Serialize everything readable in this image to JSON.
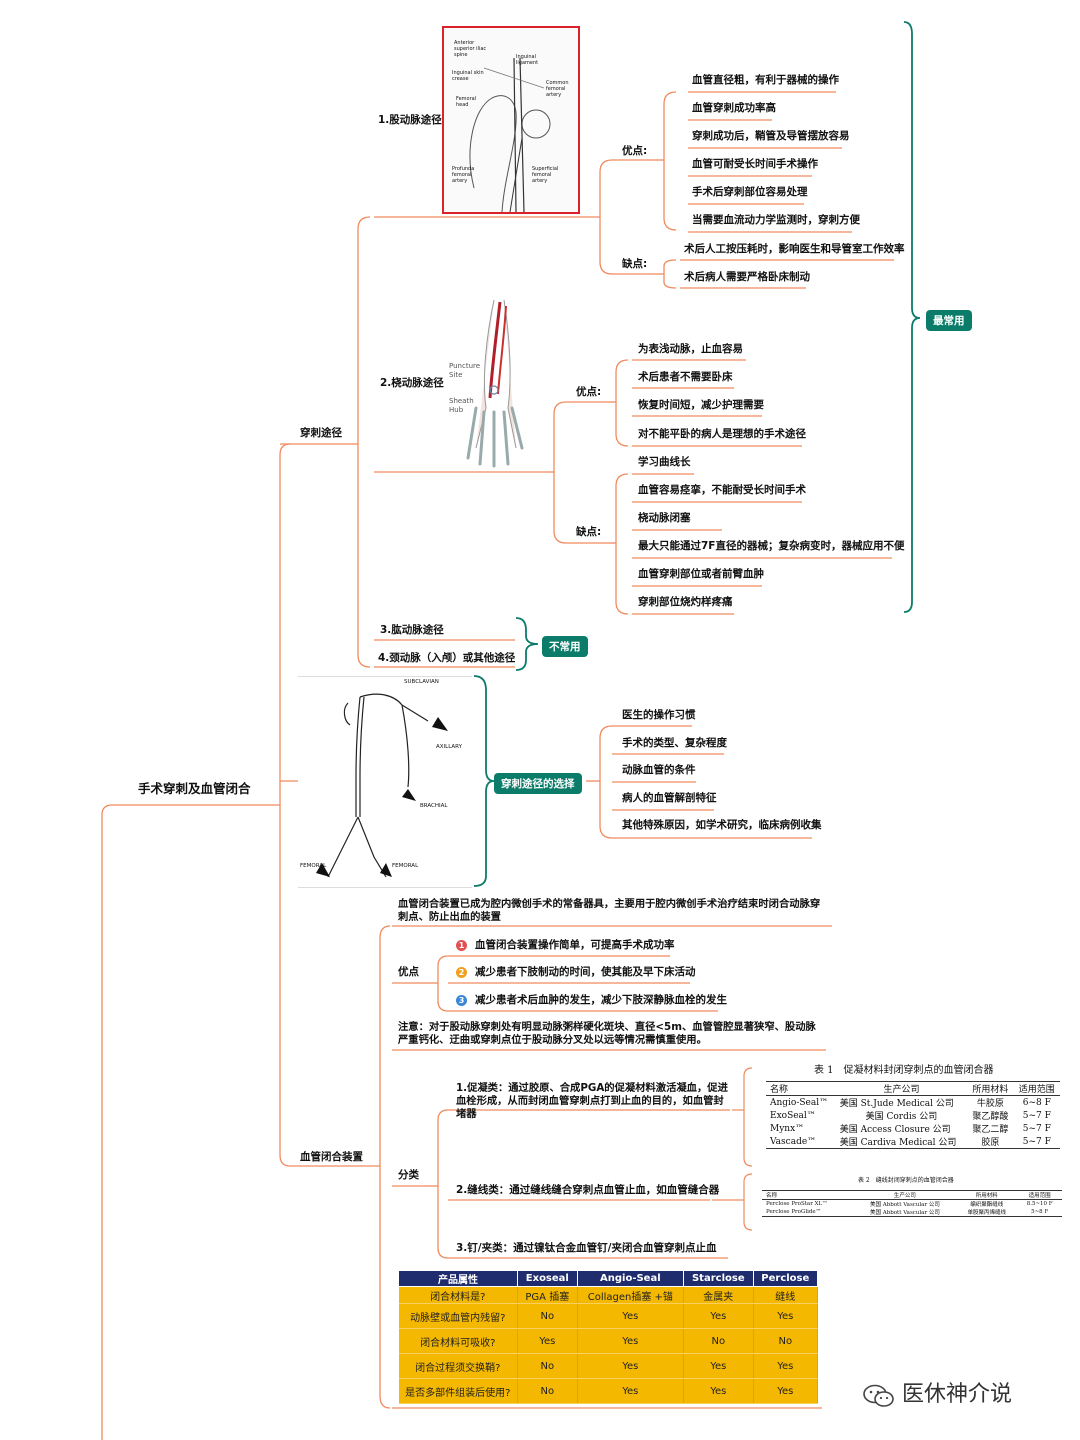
{
  "root": "手术穿刺及血管闭合",
  "puncture": {
    "label": "穿刺途径",
    "femoral": {
      "title": "1.股动脉途径",
      "image_labels": [
        "Anterior superior iliac spine",
        "Inguinal ligament",
        "Inguinal skin crease",
        "Common femoral artery",
        "Femoral head",
        "Profunda femoral artery",
        "Superficial femoral artery"
      ],
      "pros_label": "优点:",
      "pros": [
        "血管直径粗，有利于器械的操作",
        "血管穿刺成功率高",
        "穿刺成功后，鞘管及导管摆放容易",
        "血管可耐受长时间手术操作",
        "手术后穿刺部位容易处理",
        "当需要血流动力学监测时，穿刺方便"
      ],
      "cons_label": "缺点:",
      "cons": [
        "术后人工按压耗时，影响医生和导管室工作效率",
        "术后病人需要严格卧床制动"
      ]
    },
    "radial": {
      "title": "2.桡动脉途径",
      "image_labels": [
        "Puncture Site",
        "Sheath Hub"
      ],
      "pros_label": "优点:",
      "pros": [
        "为表浅动脉，止血容易",
        "术后患者不需要卧床",
        "恢复时间短，减少护理需要",
        "对不能平卧的病人是理想的手术途径"
      ],
      "cons_label": "缺点:",
      "cons": [
        "学习曲线长",
        "血管容易痉挛，不能耐受长时间手术",
        "桡动脉闭塞",
        "最大只能通过7F直径的器械；复杂病变时，器械应用不便",
        "血管穿刺部位或者前臂血肿",
        "穿刺部位烧灼样疼痛"
      ]
    },
    "most_common": "最常用",
    "others": [
      "3.肱动脉途径",
      "4.颈动脉（入颅）或其他途径"
    ],
    "uncommon": "不常用"
  },
  "selection": {
    "label": "穿刺途径的选择",
    "image_labels": [
      "SUBCLAVIAN",
      "AXILLARY",
      "BRACHIAL",
      "FEMORAL",
      "FEMORAL"
    ],
    "items": [
      "医生的操作习惯",
      "手术的类型、复杂程度",
      "动脉血管的条件",
      "病人的血管解剖特征",
      "其他特殊原因，如学术研究，临床病例收集"
    ]
  },
  "closure": {
    "label": "血管闭合装置",
    "intro": "血管闭合装置已成为腔内微创手术的常备器具，主要用于腔内微创手术治疗结束时闭合动脉穿刺点、防止出血的装置",
    "pros_label": "优点",
    "pros": [
      {
        "num": "1",
        "color": "#e05252",
        "text": "血管闭合装置操作简单，可提高手术成功率"
      },
      {
        "num": "2",
        "color": "#f0a020",
        "text": "减少患者下肢制动的时间，使其能及早下床活动"
      },
      {
        "num": "3",
        "color": "#3a86d8",
        "text": "减少患者术后血肿的发生，减少下肢深静脉血栓的发生"
      }
    ],
    "note": "注意：对于股动脉穿刺处有明显动脉粥样硬化斑块、直径<5m、血管管腔显著狭窄、股动脉严重钙化、迂曲或穿刺点位于股动脉分叉处以远等情况需慎重使用。",
    "class_label": "分类",
    "classes": [
      "1.促凝类：通过胶原、合成PGA的促凝材料激活凝血，促进血栓形成，从而封闭血管穿刺点打到止血的目的，如血管封堵器",
      "2.缝线类：通过缝线缝合穿刺点血管止血，如血管缝合器",
      "3.钉/夹类：通过镍钛合金血管钉/夹闭合血管穿刺点止血"
    ],
    "table1": {
      "title": "表 1　促凝材料封闭穿刺点的血管闭合器",
      "headers": [
        "名称",
        "生产公司",
        "所用材料",
        "适用范围"
      ],
      "rows": [
        [
          "Angio-Seal™",
          "美国 St.Jude Medical 公司",
          "牛胶原",
          "6~8 F"
        ],
        [
          "ExoSeal™",
          "美国 Cordis 公司",
          "聚乙醇酸",
          "5~7 F"
        ],
        [
          "Mynx™",
          "美国 Access Closure 公司",
          "聚乙二醇",
          "5~7 F"
        ],
        [
          "Vascade™",
          "美国 Cardiva Medical 公司",
          "胶原",
          "5~7 F"
        ]
      ]
    },
    "table2": {
      "title": "表 2　缝线封闭穿刺点的血管闭合器",
      "headers": [
        "名称",
        "生产公司",
        "所用材料",
        "适用范围"
      ],
      "rows": [
        [
          "Perclose ProStar XL™",
          "美国 Abbott Vascular 公司",
          "编织聚酯缝线",
          "8.5~10 F"
        ],
        [
          "Perclose ProGlide™",
          "美国 Abbott Vascular 公司",
          "单股聚丙烯缝线",
          "5~8 F"
        ]
      ]
    },
    "product_table": {
      "headers": [
        "产品属性",
        "Exoseal",
        "Angio-Seal",
        "Starclose",
        "Perclose"
      ],
      "rows": [
        [
          "闭合材料是?",
          "PGA 插塞",
          "Collagen插塞 +锚",
          "金属夹",
          "缝线"
        ],
        [
          "动脉壁或血管内残留?",
          "No",
          "Yes",
          "Yes",
          "Yes"
        ],
        [
          "闭合材料可吸收?",
          "Yes",
          "Yes",
          "No",
          "No"
        ],
        [
          "闭合过程须交换鞘?",
          "No",
          "Yes",
          "Yes",
          "Yes"
        ],
        [
          "是否多部件组装后使用?",
          "No",
          "Yes",
          "Yes",
          "Yes"
        ]
      ]
    }
  },
  "watermark": "医休神介说",
  "colors": {
    "orange": "#f08a5d",
    "teal": "#0c7c6a",
    "red_frame": "#d8232a",
    "navy": "#1f2d6e",
    "gold": "#f5b800"
  }
}
